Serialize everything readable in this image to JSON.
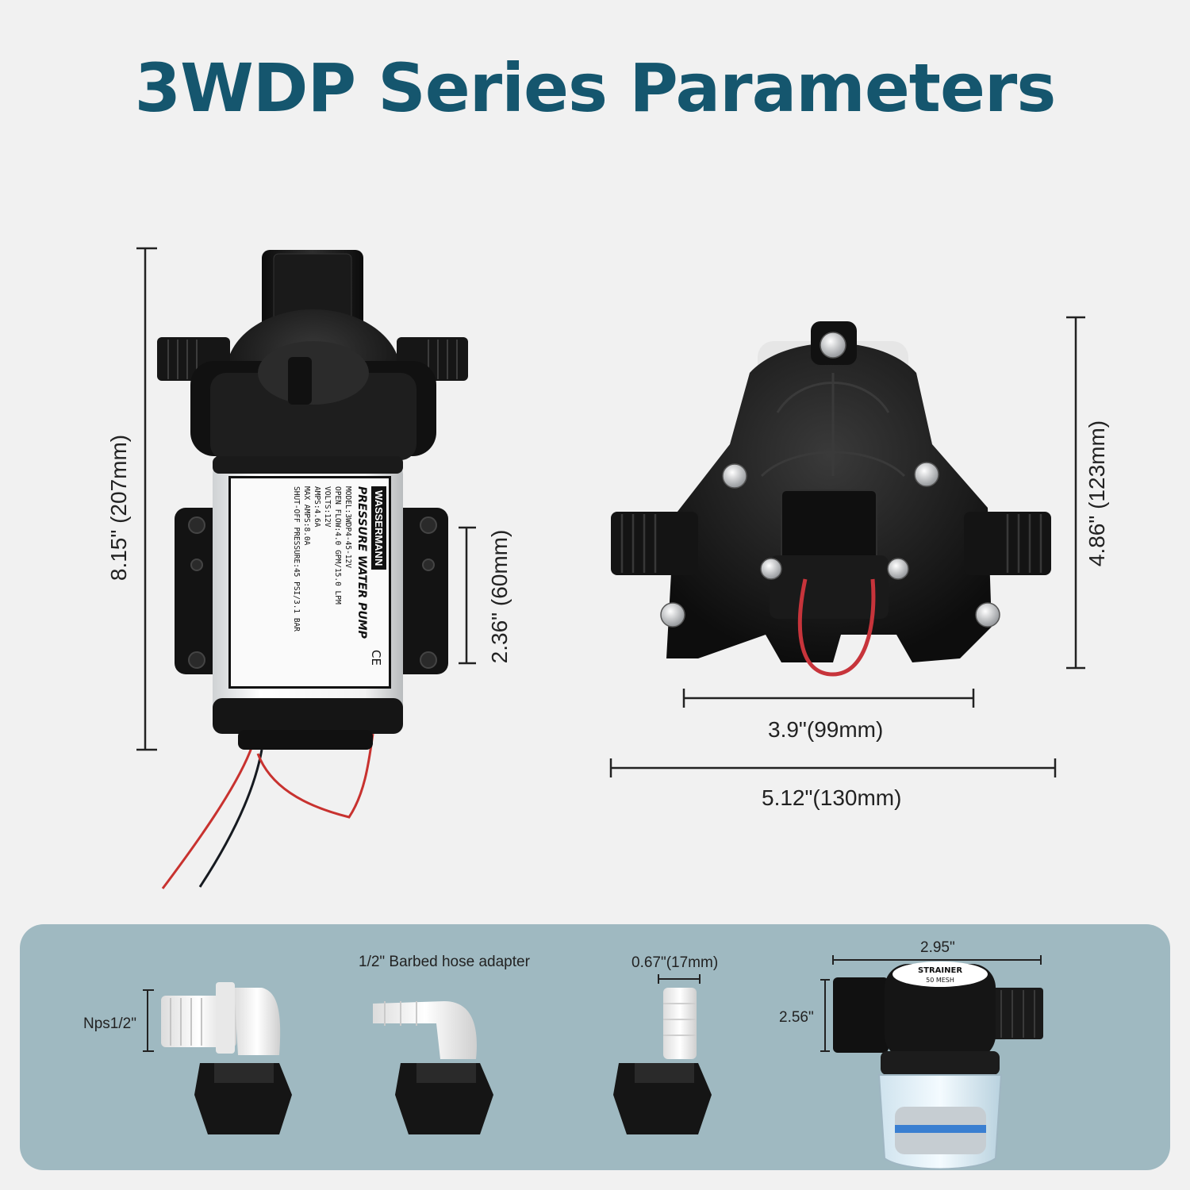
{
  "title": "3WDP Series Parameters",
  "colors": {
    "title": "#15566e",
    "panel": "#9fb9c1",
    "background": "#f1f1f1"
  },
  "dimensions": {
    "pump_height": "8.15\" (207mm)",
    "bracket_height": "2.36\" (60mm)",
    "front_height": "4.86\" (123mm)",
    "front_inner_width": "3.9\"(99mm)",
    "front_outer_width": "5.12\"(130mm)"
  },
  "pump_label": {
    "brand": "WASSERMANN",
    "product": "PRESSURE WATER PUMP",
    "specs": [
      "MODEL:3WDP4-45-12V",
      "OPEN FLOW:4.0 GPM/15.0 LPM",
      "VOLTS:12V",
      "AMPS:4.6A",
      "MAX AMPS:8.0A",
      "SHUT-OFF PRESSURE:45 PSI/3.1 BAR"
    ],
    "ce_mark": "CE"
  },
  "accessories": {
    "nps_label": "Nps1/2\"",
    "barbed_label": "1/2\" Barbed hose adapter",
    "small_barb_label": "0.67\"(17mm)",
    "strainer_width": "2.95\"",
    "strainer_height": "2.56\"",
    "strainer_name": "STRAINER",
    "strainer_mesh": "50 MESH"
  }
}
